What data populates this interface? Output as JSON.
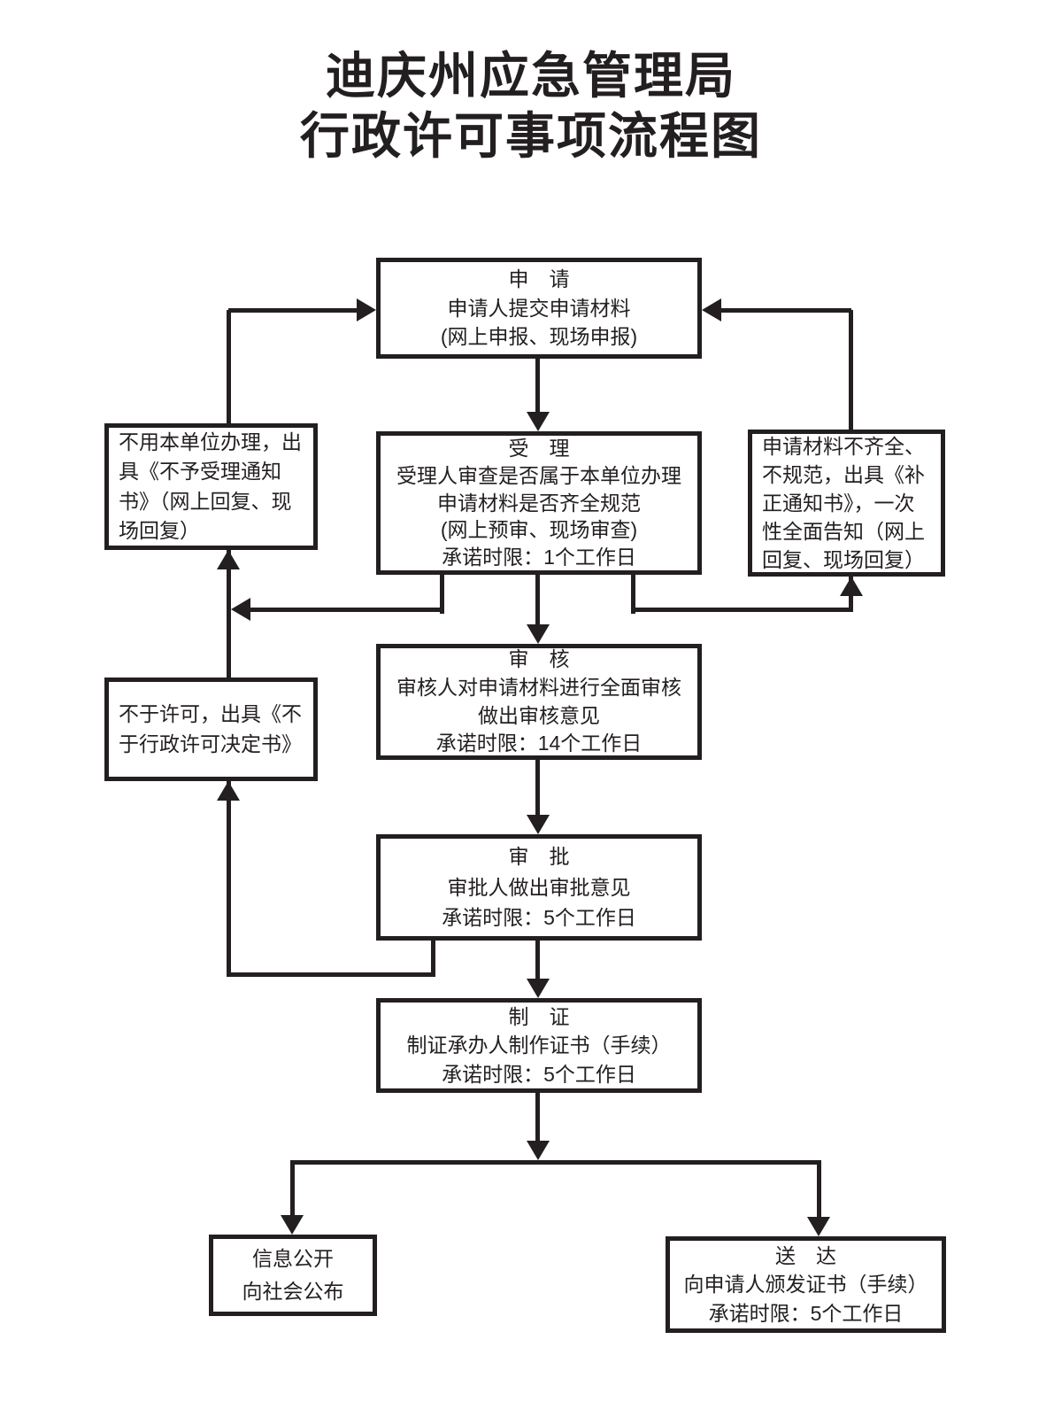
{
  "title": {
    "line1": "迪庆州应急管理局",
    "line2": "行政许可事项流程图"
  },
  "boxes": {
    "apply": {
      "title": "申　请",
      "lines": [
        "申请人提交申请材料",
        "(网上申报、现场申报)"
      ]
    },
    "accept": {
      "title": "受　理",
      "lines": [
        "受理人审查是否属于本单位办理",
        "申请材料是否齐全规范",
        "(网上预审、现场审查)",
        "承诺时限：1个工作日"
      ]
    },
    "not_accepted": {
      "text": "不用本单位办理，出具《不予受理通知书》（网上回复、现场回复）"
    },
    "supplement": {
      "text": "申请材料不齐全、不规范，出具《补正通知书》，一次性全面告知（网上回复、现场回复）"
    },
    "review": {
      "title": "审　核",
      "lines": [
        "审核人对申请材料进行全面审核",
        "做出审核意见",
        "承诺时限：14个工作日"
      ]
    },
    "deny": {
      "text": "不于许可，出具《不于行政许可决定书》"
    },
    "approve": {
      "title": "审　批",
      "lines": [
        "审批人做出审批意见",
        "承诺时限：5个工作日"
      ]
    },
    "certificate": {
      "title": "制　证",
      "lines": [
        "制证承办人制作证书（手续）",
        "承诺时限：5个工作日"
      ]
    },
    "publish": {
      "lines": [
        "信息公开",
        "向社会公布"
      ]
    },
    "deliver": {
      "title": "送　达",
      "lines": [
        "向申请人颁发证书（手续）",
        "承诺时限：5个工作日"
      ]
    }
  },
  "colors": {
    "ink": "#231f20",
    "background": "#ffffff"
  }
}
